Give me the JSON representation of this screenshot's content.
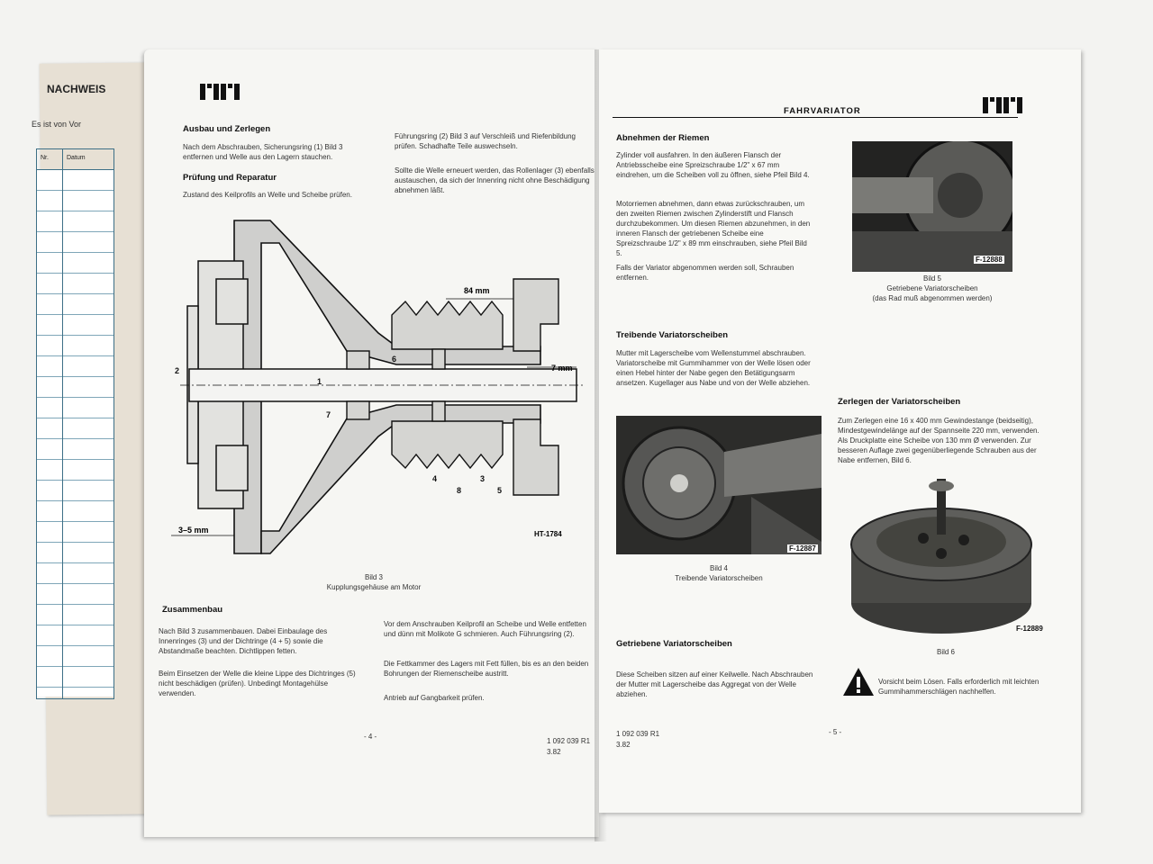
{
  "back_booklet": {
    "title": "NACHWEIS",
    "text": "Es ist von Vor",
    "table_headers": [
      "Nr.",
      "Datum"
    ]
  },
  "left_page": {
    "col1": {
      "h1": "Ausbau und Zerlegen",
      "p1": "Nach dem Abschrauben, Sicherungsring (1) Bild 3 entfernen und Welle aus den Lagern stauchen.",
      "h2": "Prüfung und Reparatur",
      "p2": "Zustand des Keilprofils an Welle und Scheibe prüfen."
    },
    "col2": {
      "p1": "Führungsring (2) Bild 3 auf Verschleiß und Riefenbildung prüfen. Schadhafte Teile auswechseln.",
      "p2": "Sollte die Welle erneuert werden, das Rollenlager (3) ebenfalls austauschen, da sich der Innenring nicht ohne Beschädigung abnehmen läßt."
    },
    "diagram": {
      "dim_top": "84 mm",
      "dim_right": "7 mm",
      "dim_bottom": "3–5 mm",
      "callouts": [
        "2",
        "1",
        "7",
        "6",
        "4",
        "8",
        "3",
        "5"
      ],
      "code": "HT-1784"
    },
    "figure_title": "Bild 3",
    "figure_caption": "Kupplungsgehäuse am Motor",
    "h3": "Zusammenbau",
    "bottom_col1": {
      "p1": "Nach Bild 3 zusammenbauen. Dabei Einbaulage des Innenringes (3) und der Dichtringe (4 + 5) sowie die Abstandmaße beachten. Dichtlippen fetten.",
      "p2": "Beim Einsetzen der Welle die kleine Lippe des Dichtringes (5) nicht beschädigen (prüfen). Unbedingt Montagehülse verwenden."
    },
    "bottom_col2": {
      "p1": "Vor dem Anschrauben Keilprofil an Scheibe und Welle entfetten und dünn mit Molikote G schmieren. Auch Führungsring (2).",
      "p2": "Die Fettkammer des Lagers mit Fett füllen, bis es an den beiden Bohrungen der Riemenscheibe austritt.",
      "p3": "Antrieb auf Gangbarkeit prüfen."
    },
    "page_number": "- 4 -",
    "doc_number": "1 092 039 R1",
    "doc_date": "3.82"
  },
  "right_page": {
    "header_title": "FAHRVARIATOR",
    "col1": {
      "h1": "Abnehmen der Riemen",
      "p1": "Zylinder voll ausfahren. In den äußeren Flansch der Antriebsscheibe eine Spreizschraube 1/2\" x 67 mm eindrehen, um die Scheiben voll zu öffnen, siehe Pfeil Bild 4.",
      "p2": "Motorriemen abnehmen, dann etwas zurückschrauben, um den zweiten Riemen zwischen Zylinderstift und Flansch durchzubekommen. Um diesen Riemen abzunehmen, in den inneren Flansch der getriebenen Scheibe eine Spreizschraube 1/2\" x 89 mm einschrauben, siehe Pfeil Bild 5.",
      "p3": "Falls der Variator abgenommen werden soll, Schrauben entfernen.",
      "h2": "Treibende Variatorscheiben",
      "p4": "Mutter mit Lagerscheibe vom Wellenstummel abschrauben. Variatorscheibe mit Gummihammer von der Welle lösen oder einen Hebel hinter der Nabe gegen den Betätigungsarm ansetzen. Kugellager aus Nabe und von der Welle abziehen.",
      "photo_code": "F-12887",
      "fig_title": "Bild 4",
      "fig_caption": "Treibende Variatorscheiben",
      "h3": "Getriebene Variatorscheiben",
      "p5": "Diese Scheiben sitzen auf einer Keilwelle. Nach Abschrauben der Mutter mit Lagerscheibe das Aggregat von der Welle abziehen."
    },
    "col2": {
      "photo5_code": "F-12888",
      "fig5_title": "Bild 5",
      "fig5_caption": "Getriebene Variatorscheiben",
      "fig5_note": "(das Rad muß abgenommen werden)",
      "h1": "Zerlegen der Variatorscheiben",
      "p1": "Zum Zerlegen eine 16 x 400 mm Gewindestange (beidseitig), Mindestgewindelänge auf der Spannseite 220 mm, verwenden. Als Druckplatte eine Scheibe von 130 mm Ø verwenden. Zur besseren Auflage zwei gegenüberliegende Schrauben aus der Nabe entfernen, Bild 6.",
      "photo6_code": "F-12889",
      "fig6_title": "Bild 6",
      "warning": "Vorsicht beim Lösen. Falls erforderlich mit leichten Gummihammerschlägen nachhelfen."
    },
    "doc_number": "1 092 039 R1",
    "doc_date": "3.82",
    "page_number": "- 5 -"
  }
}
